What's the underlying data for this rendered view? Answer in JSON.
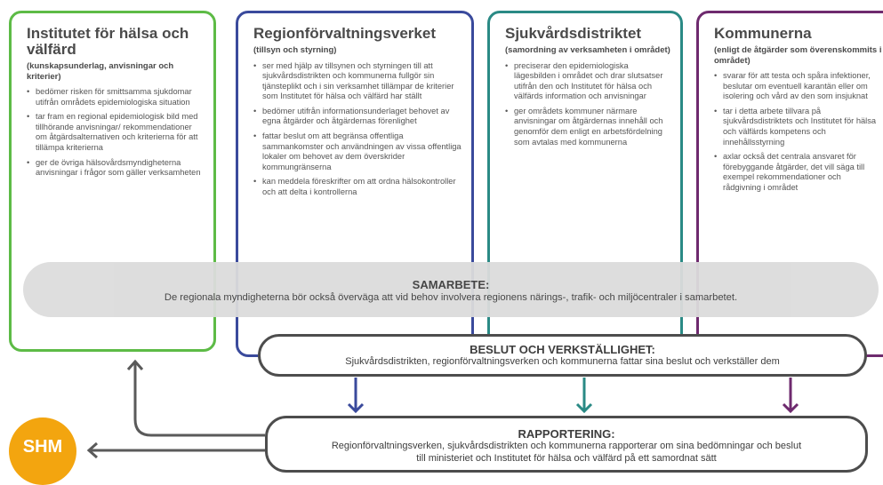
{
  "columns": {
    "thl": {
      "title": "Institutet för hälsa och välfärd",
      "subtitle": "(kunskapsunderlag, anvisningar och kriterier)",
      "items": [
        "bedömer risken för smittsamma sjukdomar utifrån områdets epidemiologiska situation",
        "tar fram en regional epidemiologisk bild med tillhörande anvisningar/ rekommendationer om åtgärdsalternativen och kriterierna för att tillämpa kriterierna",
        "ger de övriga hälsovårdsmyndigheterna anvisningar i frågor som gäller verksamheten"
      ]
    },
    "rfv": {
      "title": "Regionförvaltningsverket",
      "subtitle": "(tillsyn och styrning)",
      "items": [
        "ser med hjälp av tillsynen och styrningen till att sjukvårdsdistrikten och kommunerna fullgör sin tjänsteplikt och i sin verksamhet tillämpar de kriterier som Institutet för hälsa och välfärd har ställt",
        "bedömer utifrån informationsunderlaget behovet av egna åtgärder och åtgärdernas förenlighet",
        "fattar beslut om att begränsa offentliga sammankomster och användningen av vissa offentliga lokaler om behovet av dem överskrider kommungränserna",
        "kan meddela föreskrifter om att ordna hälsokontroller och att delta i kontrollerna"
      ]
    },
    "svd": {
      "title": "Sjukvårdsdistriktet",
      "subtitle": "(samordning av verksamheten i området)",
      "items": [
        "preciserar den epidemiologiska lägesbilden i området och drar slutsatser utifrån den och Institutet för hälsa och välfärds information och anvisningar",
        "ger områdets kommuner närmare anvisningar om åtgärdernas innehåll och genomför dem enligt en arbetsfördelning som avtalas med kommunerna"
      ]
    },
    "kom": {
      "title": "Kommunerna",
      "subtitle": "(enligt de åtgärder som överenskommits i området)",
      "items": [
        "svarar för att testa och spåra infektioner, beslutar om eventuell karantän eller om isolering och vård av den som insjuknat",
        "tar i detta arbete tillvara på sjukvårdsdistriktets och Institutet för hälsa och välfärds kompetens och innehållsstyrning",
        "axlar också det centrala ansvaret för förebyggande åtgärder, det vill säga till exempel rekommendationer och rådgivning i området"
      ]
    }
  },
  "samarbete": {
    "title": "SAMARBETE:",
    "text": "De regionala myndigheterna bör också överväga att vid behov involvera regionens närings-, trafik- och miljöcentraler i samarbetet."
  },
  "beslut": {
    "title": "BESLUT OCH VERKSTÄLLIGHET:",
    "text": "Sjukvårdsdistrikten, regionförvaltningsverken och kommunerna fattar sina beslut och verkställer dem"
  },
  "rapportering": {
    "title": "RAPPORTERING:",
    "line1": "Regionförvaltningsverken, sjukvårdsdistrikten och kommunerna rapporterar om sina bedömningar och beslut",
    "line2": "till ministeriet och Institutet för hälsa och välfärd på ett samordnat sätt"
  },
  "shm": {
    "label": "SHM"
  },
  "colors": {
    "thl": "#5dbb46",
    "rfv": "#3a4a9c",
    "svd": "#2a8a85",
    "kom": "#6e2a6e",
    "shm": "#f3a50f",
    "arrow": "#5a5a5a"
  }
}
